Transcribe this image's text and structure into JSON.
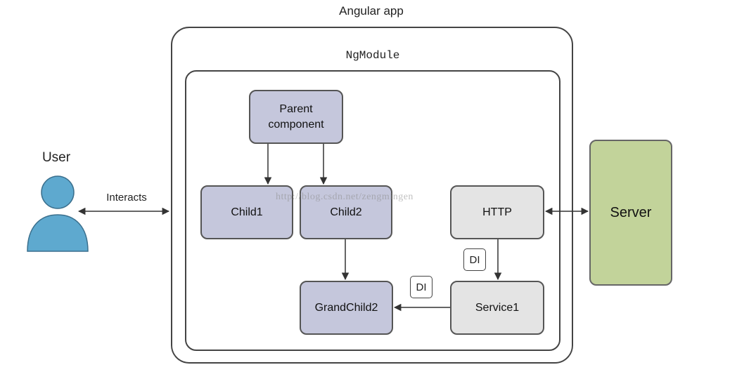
{
  "diagram": {
    "app_label": "Angular app",
    "module_label": "NgModule",
    "user_label": "User",
    "interacts_label": "Interacts",
    "nodes": {
      "parent": "Parent\ncomponent",
      "child1": "Child1",
      "child2": "Child2",
      "grandchild2": "GrandChild2",
      "http": "HTTP",
      "service1": "Service1",
      "server": "Server"
    },
    "di_labels": [
      "DI",
      "DI"
    ],
    "watermark": "http://blog.csdn.net/zengmingen"
  },
  "colors": {
    "component_fill": "#c5c7dc",
    "service_fill": "#e4e4e4",
    "server_fill": "#c2d39a",
    "user_fill": "#5ea9cf"
  },
  "icons": {
    "user": "person-icon"
  }
}
